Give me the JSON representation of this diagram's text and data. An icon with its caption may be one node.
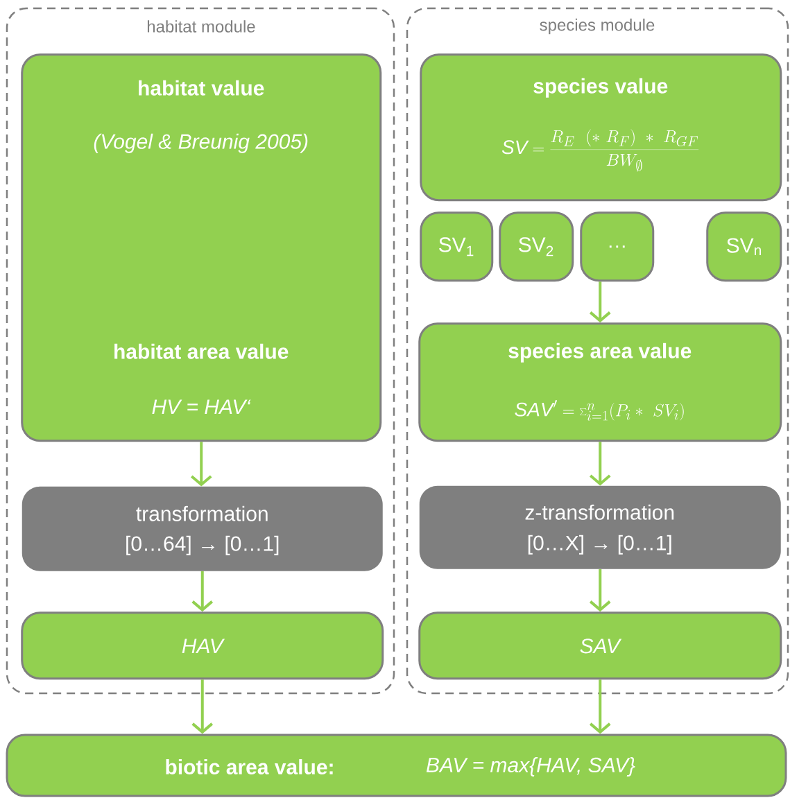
{
  "diagram": {
    "nodes": [
      {
        "text": [
          "habitat module"
        ]
      },
      {
        "text": [
          "habitat value",
          "(Vogel & Breunig 2005)",
          "habitat area value",
          "HV = HAV‘"
        ],
        "in": 0
      },
      {
        "text": [
          "transformation",
          "[0…64] → [0…1]"
        ],
        "in": 0
      },
      {
        "text": [
          "HAV"
        ],
        "in": 0
      },
      {
        "text": [
          "species module"
        ]
      },
      {
        "text": [
          "species value",
          "\\mathit{SV} = \\frac{R_E\\ \\ (*\\ R_F)\\ *\\ R_{GF}}{BW_{\\emptyset}}"
        ],
        "in": 4
      },
      {
        "text": [
          "SV$_{1}$"
        ],
        "in": 4
      },
      {
        "text": [
          "SV$_{2}$"
        ],
        "in": 4
      },
      {
        "text": [
          "…"
        ],
        "in": 4
      },
      {
        "text": [
          "SV$_{n}$"
        ],
        "in": 4
      },
      {
        "text": [
          "species area value",
          "\\mathit{SAV}' = \\textstyle\\sum_{i=1}^{n}(P_i *\\ SV_i)"
        ],
        "in": 4
      },
      {
        "text": [
          "z-transformation",
          "[0…X] → [0…1]"
        ],
        "in": 4
      },
      {
        "text": [
          "SAV"
        ],
        "in": 4
      },
      {
        "text": [
          "biotic area value:",
          "BAV = max{HAV, SAV}"
        ]
      }
    ],
    "edges": [
      {
        "from": 1,
        "to": 2,
        "arrow": "to"
      },
      {
        "from": 2,
        "to": 3,
        "arrow": "to"
      },
      {
        "from": 3,
        "to": 13,
        "arrow": "to"
      },
      {
        "from": 8,
        "to": 10,
        "arrow": "to"
      },
      {
        "from": 10,
        "to": 11,
        "arrow": "to"
      },
      {
        "from": 11,
        "to": 12,
        "arrow": "to"
      },
      {
        "from": 12,
        "to": 13,
        "arrow": "to"
      }
    ]
  }
}
